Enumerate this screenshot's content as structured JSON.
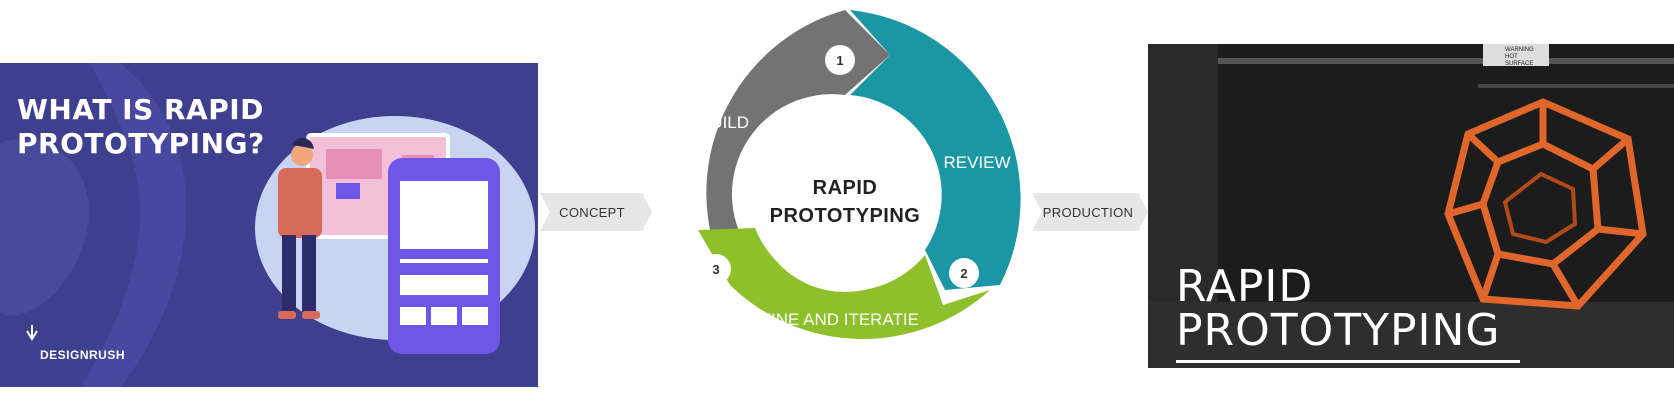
{
  "left_banner": {
    "title_line1": "WHAT IS RAPID",
    "title_line2": "PROTOTYPING?",
    "brand": "DESIGNRUSH",
    "bg_color": "#3f3f8f"
  },
  "diagram": {
    "center_line1": "RAPID",
    "center_line2": "PROTOTYPING",
    "arrow_in_label": "CONCEPT",
    "arrow_out_label": "PRODUCTION",
    "segments": [
      {
        "number": "1",
        "label": "BUILD",
        "color": "#737373"
      },
      {
        "number": "2",
        "label": "REVIEW",
        "color": "#1b97a3"
      },
      {
        "number": "3",
        "label": "REFINE AND ITERATIE",
        "color": "#8dc02a"
      }
    ]
  },
  "right_photo": {
    "title_line1": "RAPID",
    "title_line2": "PROTOTYPING",
    "warning_text": "WARNING HOT SURFACE",
    "object_color": "#e0662b"
  }
}
